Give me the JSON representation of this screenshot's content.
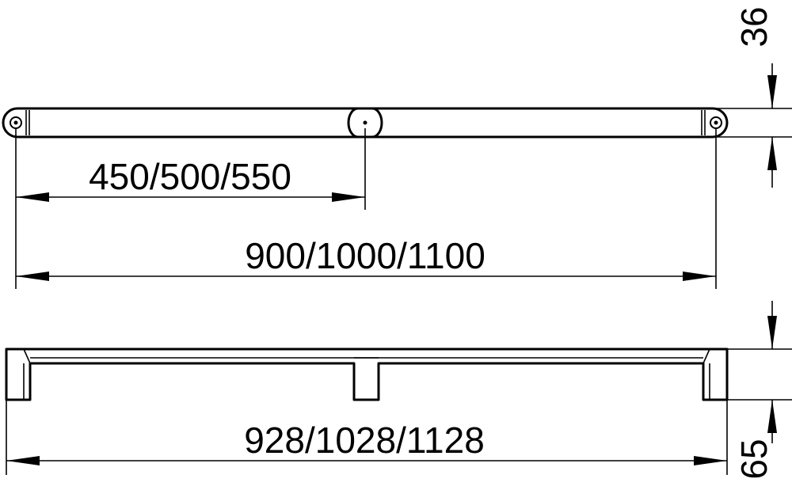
{
  "drawing": {
    "top_view": {
      "dim_center": "450/500/550",
      "dim_mounting": "900/1000/1100",
      "dim_thickness": "36"
    },
    "front_view": {
      "dim_overall": "928/1028/1128",
      "dim_projection": "65"
    }
  }
}
